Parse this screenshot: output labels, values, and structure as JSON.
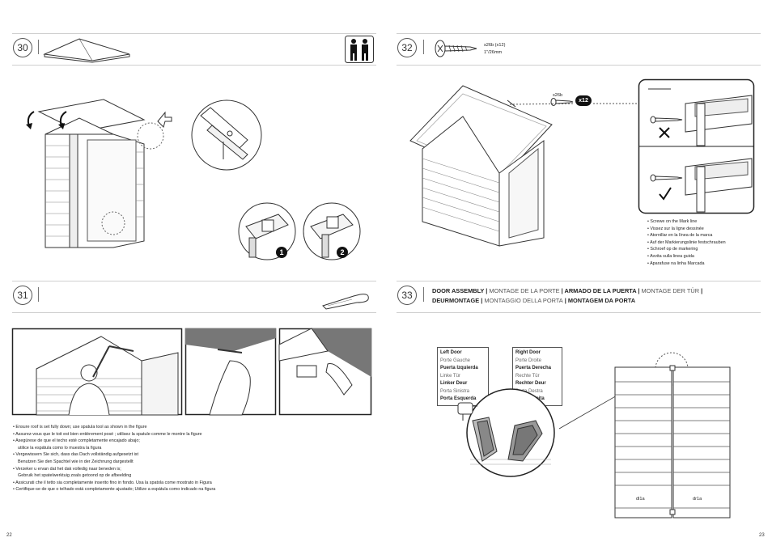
{
  "pages": {
    "left": "22",
    "right": "23"
  },
  "steps": {
    "s30": {
      "number": "30"
    },
    "s31": {
      "number": "31",
      "bullets": [
        "• Ensure roof is set fully down; use spatula tool as shown in the figure",
        "• Assurez-vous que le toit est bien entièrement posé ; utilisez la spatule comme le montre la figure",
        "• Asegúrese de que el techo esté completamente encajado abajo;",
        "   utilice la espátula como lo muestra la figura",
        "• Vergewissern Sie sich, dass das Dach vollständig aufgesetzt ist",
        "   Benutzen Sie den Spachtel wie in der Zeichnung dargestellt",
        "• Verzeker u ervan dat het dak volledig naar beneden is;",
        "   Gebruik het spatelwerktuig zoals getoond op de afbeelding",
        "• Assicurati che il tetto sia completamente inserito fino in fondo. Usa la spatola come mostrato in Figura",
        "• Certifique-se de que o telhado está completamente ajustado; Utilize a espátula como indicado na figura"
      ]
    },
    "s32": {
      "number": "32",
      "screw_spec_1": "s26b (x12)",
      "screw_spec_2": "1\"/26mm",
      "callout_label": "s26b",
      "callout_qty": "x12",
      "bullets": [
        "• Screwe on the Mark line",
        "• Vissez sur la ligne dessinée",
        "• Atornillar en la línea de la marca",
        "• Auf der Markierungslinie festschrauben",
        "• Schroef op de markering",
        "• Avvita sulla linea guida",
        "• Aparafuse na linha Marcada"
      ]
    },
    "s33": {
      "number": "33",
      "title": {
        "t1": "DOOR ASSEMBLY",
        "sep": " | ",
        "t2": "MONTAGE DE LA PORTE",
        "t3": "ARMADO DE LA PUERTA",
        "t4": "MONTAGE DER TÜR",
        "t5": "DEURMONTAGE",
        "t6": "MONTAGGIO DELLA PORTA",
        "t7": "MONTAGEM DA PORTA"
      },
      "left_door": [
        "Left Door",
        "Porte Gauche",
        "Puerta Izquierda",
        "Linke Tür",
        "Linker Deur",
        "Porta Sinistra",
        "Porta Esquerda"
      ],
      "right_door": [
        "Right Door",
        "Porte Droite",
        "Puerta Derecha",
        "Rechte Tür",
        "Rechter Deur",
        "Porta Destra",
        "Porta Direita"
      ],
      "part_left": "dl1a",
      "part_right": "dr1a"
    },
    "badges": {
      "b1": "1",
      "b2": "2"
    }
  }
}
